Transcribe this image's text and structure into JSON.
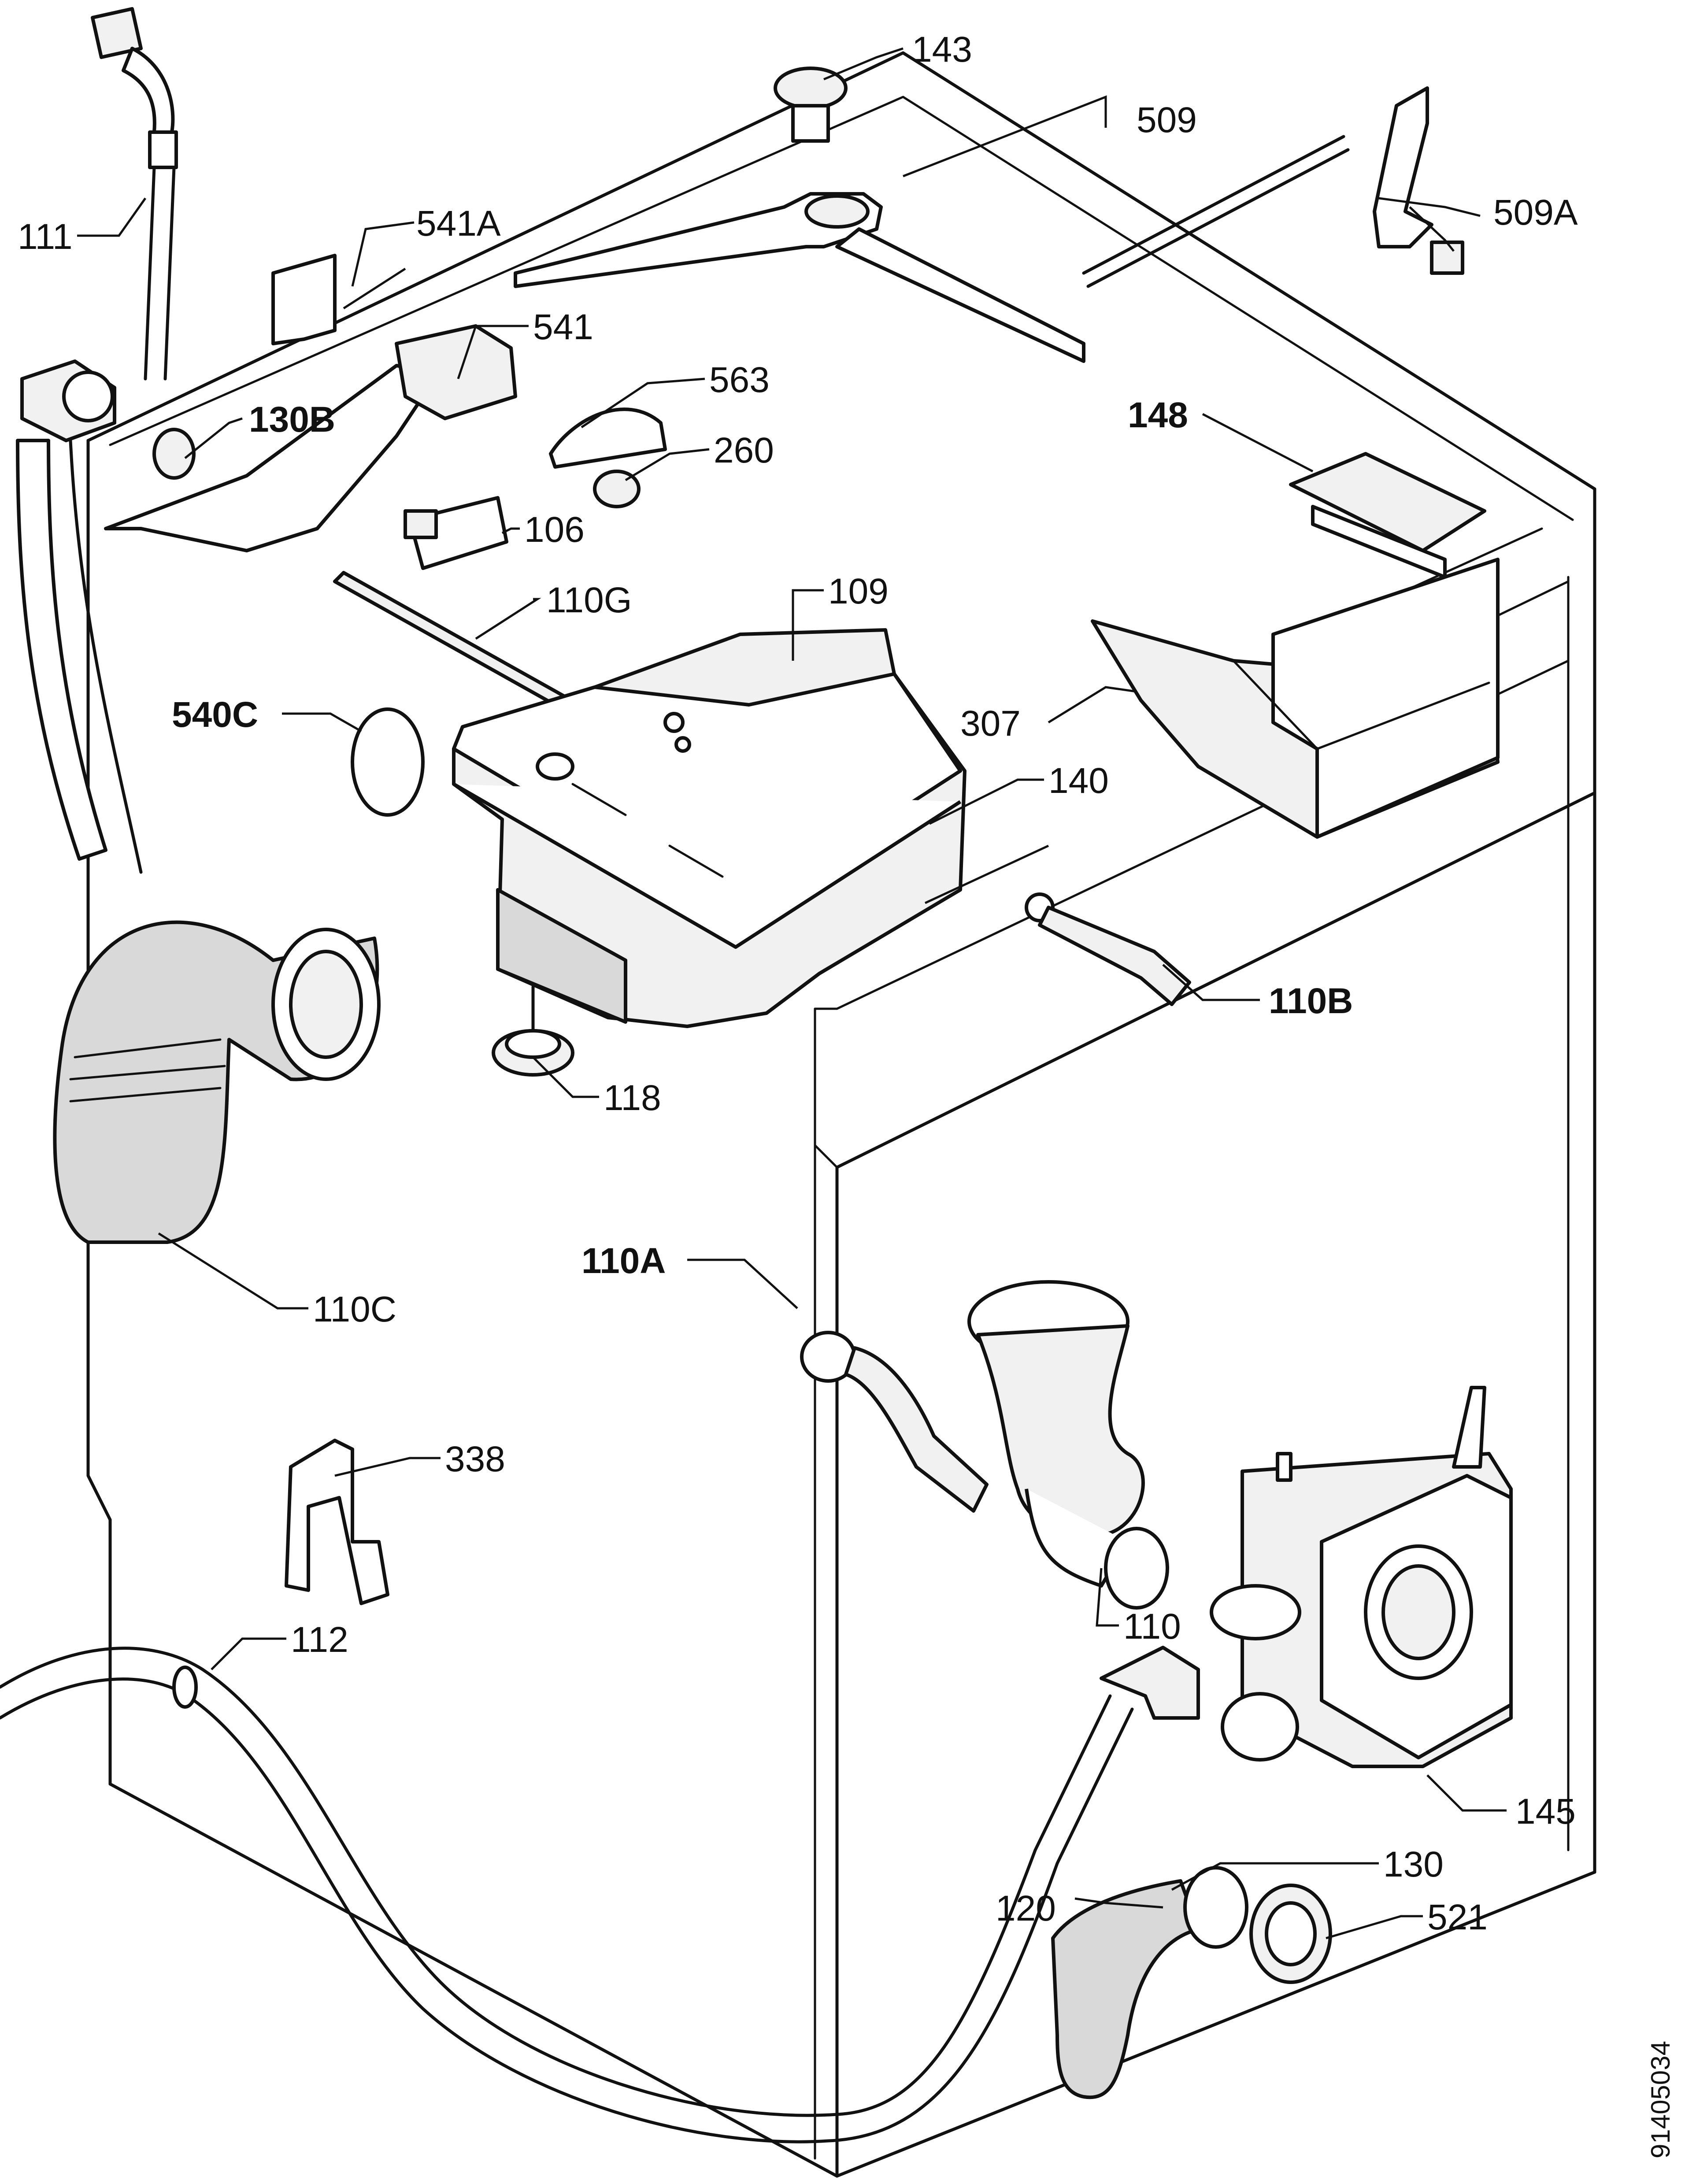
{
  "callouts": {
    "c111": "111",
    "c143": "143",
    "c509": "509",
    "c509a": "509A",
    "c541a": "541A",
    "c541": "541",
    "c130b": "130B",
    "c563": "563",
    "c260": "260",
    "c106": "106",
    "c148": "148",
    "c110g": "110G",
    "c109": "109",
    "c540c": "540C",
    "c307": "307",
    "c140": "140",
    "c110b": "110B",
    "c118": "118",
    "c110c": "110C",
    "c110a": "110A",
    "c338": "338",
    "c110": "110",
    "c112": "112",
    "c145": "145",
    "c130": "130",
    "c120": "120",
    "c521": "521"
  },
  "document_number": "91405034"
}
